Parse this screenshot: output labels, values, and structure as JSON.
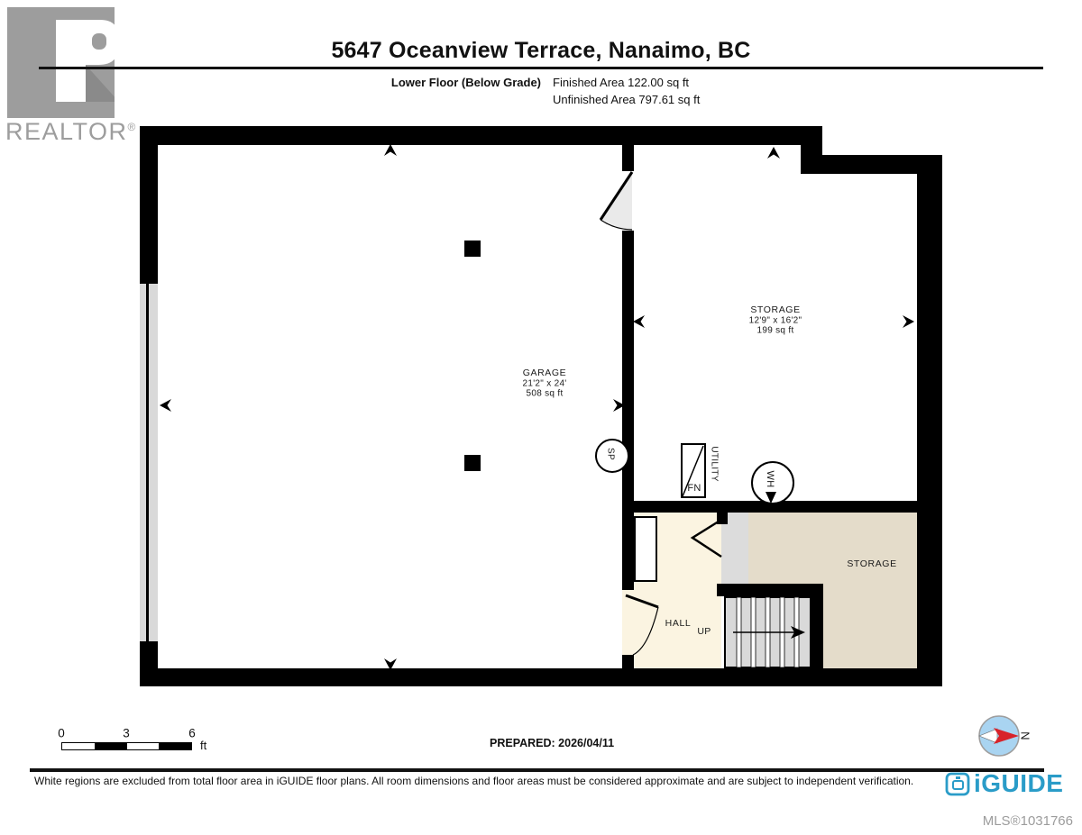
{
  "header": {
    "title": "5647 Oceanview Terrace, Nanaimo, BC",
    "floor_label": "Lower Floor (Below Grade)",
    "finished_area": "Finished Area 122.00 sq ft",
    "unfinished_area": "Unfinished Area 797.61 sq ft",
    "realtor": "REALTOR",
    "realtor_reg": "®"
  },
  "plan": {
    "rooms": {
      "garage": {
        "name": "GARAGE",
        "dims": "21'2\" x 24'",
        "area": "508 sq ft"
      },
      "storage_upper": {
        "name": "STORAGE",
        "dims": "12'9\" x 16'2\"",
        "area": "199 sq ft"
      },
      "storage_lower": {
        "name": "STORAGE"
      },
      "hall": {
        "name": "HALL"
      }
    },
    "labels": {
      "up": "UP",
      "fn": "FN",
      "utility": "UTILITY",
      "wh": "WH",
      "sp": "SP"
    }
  },
  "footer": {
    "scale": {
      "tick0": "0",
      "tick3": "3",
      "tick6": "6",
      "unit": "ft"
    },
    "prepared": "PREPARED: 2026/04/11",
    "compass_north": "N",
    "disclaimer": "White regions are excluded from total floor area in iGUIDE floor plans. All room dimensions and floor areas must be considered approximate and are subject to independent verification.",
    "iguide_logo": "iGUIDE",
    "mls": "MLS®1031766"
  },
  "colors": {
    "wall": "#000000",
    "hall_finished": "#FBF4E1",
    "storage_beige": "#E4DCCA",
    "stairs_gray": "#D9D9D9",
    "door_swing_gray": "#EAEAEA",
    "garage_door_gray": "#D9D9D9",
    "iguide_blue": "#2A9CC8",
    "compass_blue": "#A9D4F1",
    "compass_red": "#D8232A",
    "realtor_gray": "#9D9D9D",
    "mls_gray": "#9C9C9C"
  }
}
